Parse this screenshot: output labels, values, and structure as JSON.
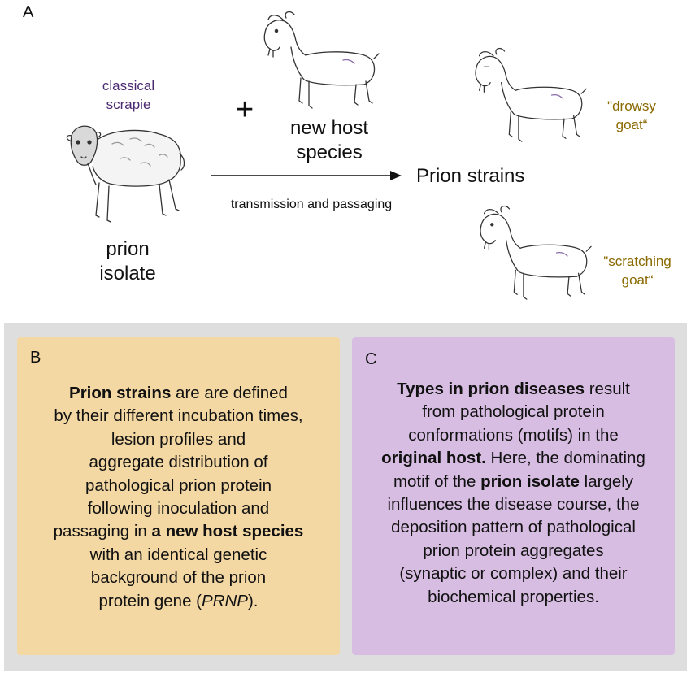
{
  "panels": {
    "a": {
      "letter": "A"
    },
    "b": {
      "letter": "B"
    },
    "c": {
      "letter": "C"
    }
  },
  "top": {
    "classical_scrapie_line1": "classical",
    "classical_scrapie_line2": "scrapie",
    "prion_isolate_line1": "prion",
    "prion_isolate_line2": "isolate",
    "plus": "+",
    "new_host_line1": "new host",
    "new_host_line2": "species",
    "transmission": "transmission and passaging",
    "prion_strains": "Prion strains",
    "drowsy_line1": "\"drowsy",
    "drowsy_line2": "goat“",
    "scratching_line1": "\"scratching",
    "scratching_line2": "goat“"
  },
  "box_b": {
    "l1_bold": "Prion strains",
    "l1_rest": " are are defined",
    "l2": "by their different incubation times,",
    "l3": "lesion profiles and",
    "l4": "aggregate distribution of",
    "l5": "pathological prion protein",
    "l6": "following inoculation and",
    "l7_pre": "passaging in ",
    "l7_bold": "a new host species",
    "l8": "with an identical genetic",
    "l9": "background of the prion",
    "l10_pre": "protein gene (",
    "l10_italic": "PRNP",
    "l10_post": ")."
  },
  "box_c": {
    "l1_bold": "Types in prion diseases",
    "l1_rest": " result",
    "l2": "from pathological protein",
    "l3": "conformations (motifs) in the",
    "l4_bold": "original host.",
    "l4_rest": " Here, the dominating",
    "l5_pre": "motif of the ",
    "l5_bold": "prion isolate",
    "l5_rest": " largely",
    "l6": "influences the disease course, the",
    "l7": "deposition pattern of pathological",
    "l8": "prion protein aggregates",
    "l9": "(synaptic or complex) and their",
    "l10": "biochemical properties."
  },
  "colors": {
    "classical_scrapie": "#4b2a72",
    "strain_names": "#8a6a00",
    "box_b_bg": "#f4d8a4",
    "box_c_bg": "#d7bde2",
    "bottom_bg": "#dedede"
  },
  "icons": [
    "sheep-icon",
    "goat-icon",
    "arrow-right-icon"
  ]
}
